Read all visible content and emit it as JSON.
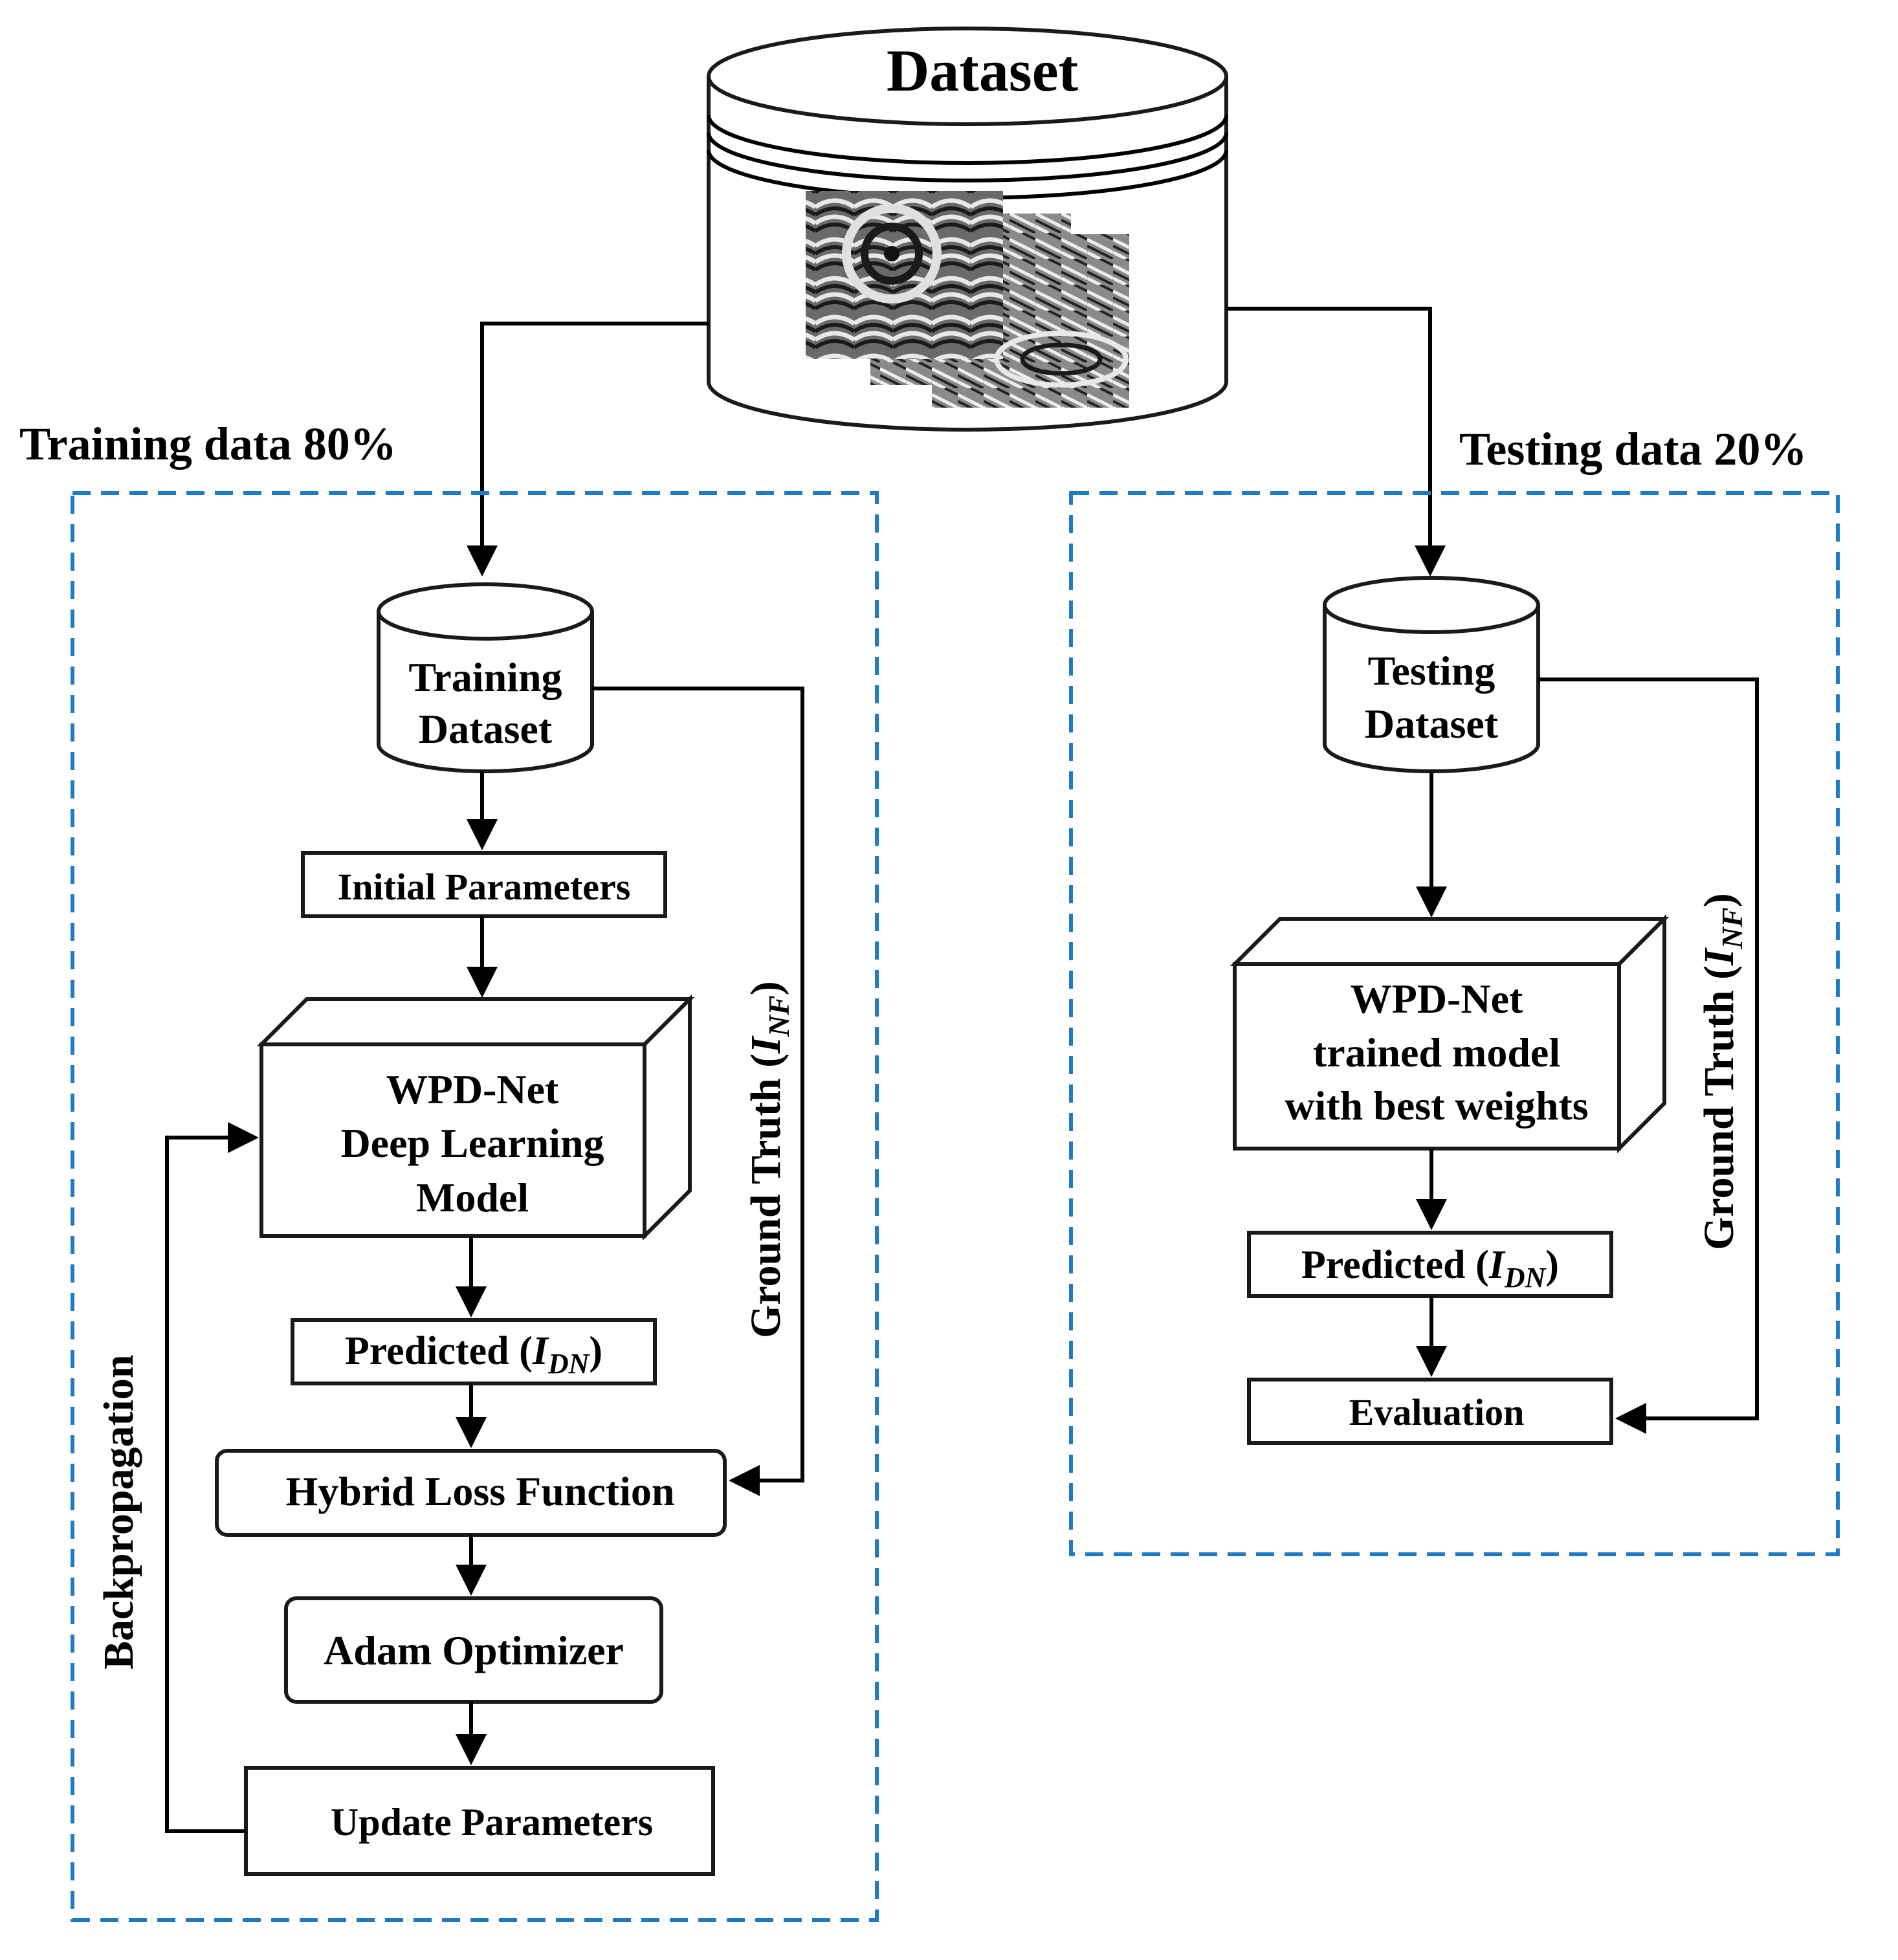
{
  "dataset": {
    "title": "Dataset"
  },
  "splits": {
    "training": "Training data 80%",
    "testing": "Testing data 20%"
  },
  "training": {
    "dataset_line1": "Training",
    "dataset_line2": "Dataset",
    "initial_parameters": "Initial Parameters",
    "model_line1": "WPD-Net",
    "model_line2": "Deep Learning",
    "model_line3": "Model",
    "predicted": {
      "prefix": "Predicted (",
      "var": "I",
      "sub": "DN",
      "suffix": ")"
    },
    "hybrid_loss": "Hybrid Loss Function",
    "optimizer": "Adam Optimizer",
    "update_parameters": "Update Parameters",
    "backpropagation": "Backpropagation",
    "ground_truth": {
      "prefix": "Ground Truth (",
      "var": "I",
      "sub": "NF",
      "suffix": ")"
    }
  },
  "testing": {
    "dataset_line1": "Testing",
    "dataset_line2": "Dataset",
    "model_line1": "WPD-Net",
    "model_line2": "trained model",
    "model_line3": "with best weights",
    "predicted": {
      "prefix": "Predicted (",
      "var": "I",
      "sub": "DN",
      "suffix": ")"
    },
    "evaluation": "Evaluation",
    "ground_truth": {
      "prefix": "Ground Truth (",
      "var": "I",
      "sub": "NF",
      "suffix": ")"
    }
  },
  "colors": {
    "dashed_border": "#1f7bc4",
    "lines": "#000000"
  }
}
